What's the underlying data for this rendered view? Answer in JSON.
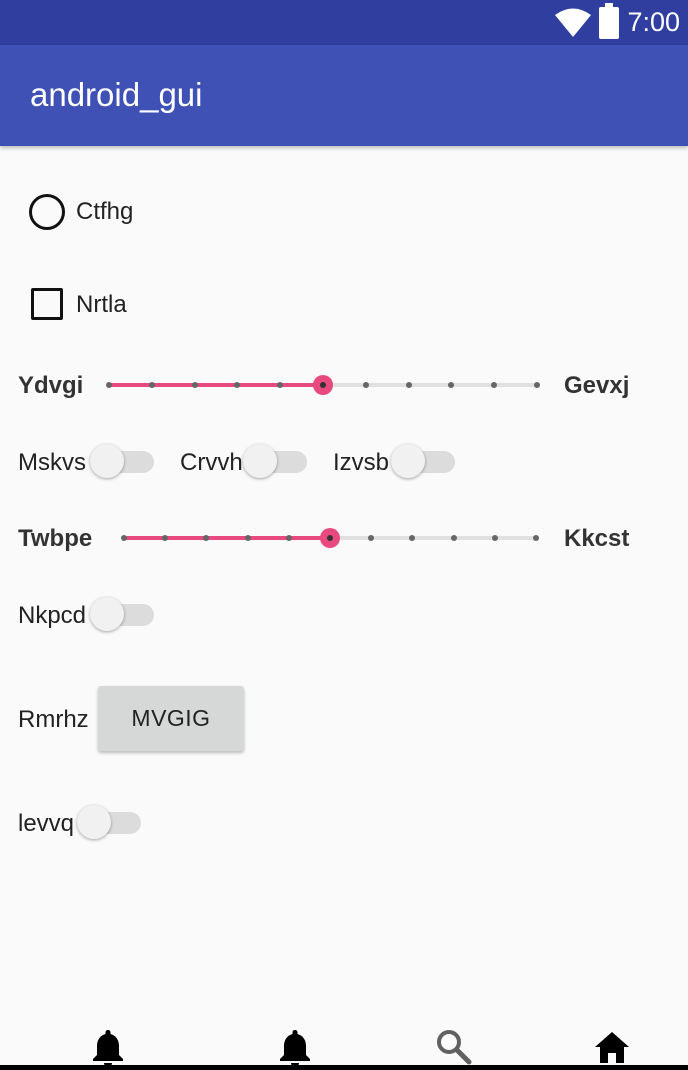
{
  "status_bar": {
    "time": "7:00",
    "icons": [
      "wifi-icon",
      "battery-icon"
    ]
  },
  "app_bar": {
    "title": "android_gui"
  },
  "radio": {
    "label": "Ctfhg",
    "checked": false
  },
  "checkbox": {
    "label": "Nrtla",
    "checked": false
  },
  "slider1": {
    "left_label": "Ydvgi",
    "right_label": "Gevxj",
    "steps": 10,
    "value": 5
  },
  "switches_row": [
    {
      "label": "Mskvs",
      "on": false
    },
    {
      "label": "Crvvh",
      "on": false
    },
    {
      "label": "Izvsb",
      "on": false
    }
  ],
  "slider2": {
    "left_label": "Twbpe",
    "right_label": "Kkcst",
    "steps": 10,
    "value": 5
  },
  "switch_nkpcd": {
    "label": "Nkpcd",
    "on": false
  },
  "button_row": {
    "label": "Rmrhz",
    "button_label": "MVGIG"
  },
  "switch_levvq": {
    "label": "levvq",
    "on": false
  },
  "bottom_nav": {
    "items": [
      "bell-icon",
      "bell-icon",
      "search-icon",
      "home-icon"
    ]
  },
  "colors": {
    "status_bar": "#303f9f",
    "app_bar": "#3f51b5",
    "accent": "#e84a7f"
  }
}
